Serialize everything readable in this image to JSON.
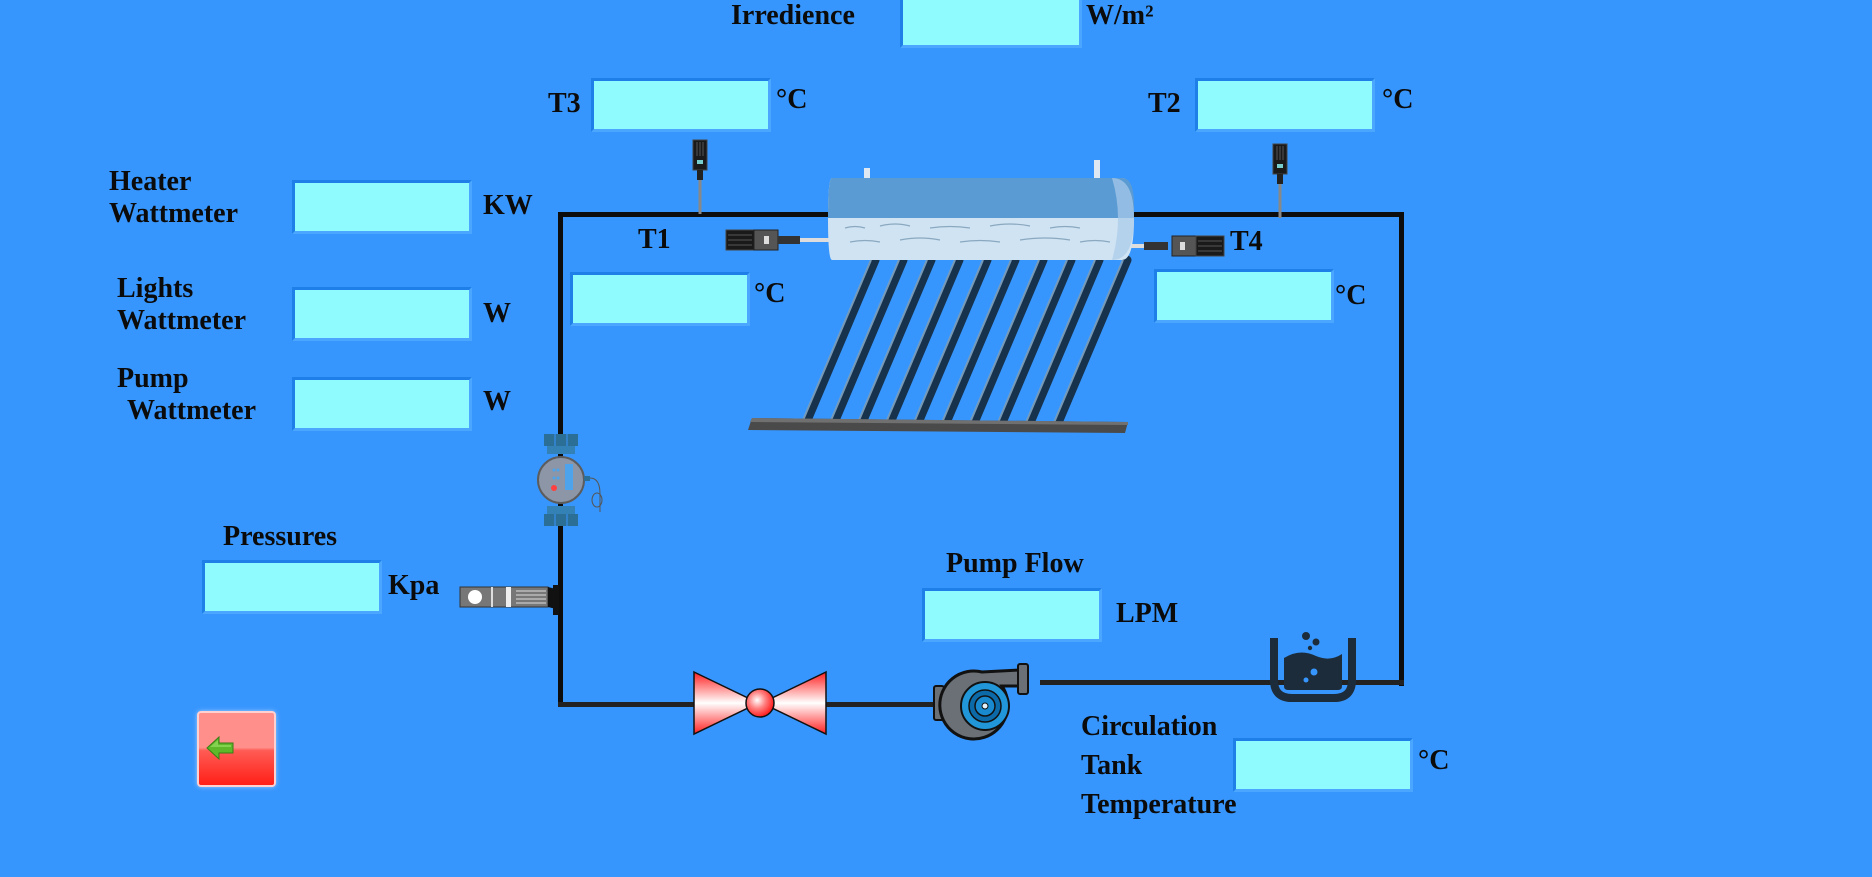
{
  "irradiance": {
    "label": "Irredience",
    "unit": "W/m²",
    "value": ""
  },
  "t3": {
    "label": "T3",
    "unit": "°C",
    "value": ""
  },
  "t2": {
    "label": "T2",
    "unit": "°C",
    "value": ""
  },
  "t1": {
    "label": "T1",
    "unit": "°C",
    "value": ""
  },
  "t4": {
    "label": "T4",
    "unit": "°C",
    "value": ""
  },
  "heater_wattmeter": {
    "label_line1": "Heater",
    "label_line2": "Wattmeter",
    "unit": "KW",
    "value": ""
  },
  "lights_wattmeter": {
    "label_line1": "Lights",
    "label_line2": "Wattmeter",
    "unit": "W",
    "value": ""
  },
  "pump_wattmeter": {
    "label_line1": "Pump",
    "label_line2": "Wattmeter",
    "unit": "W",
    "value": ""
  },
  "pressures": {
    "label": "Pressures",
    "unit": "Kpa",
    "value": ""
  },
  "pump_flow": {
    "label": "Pump Flow",
    "unit": "LPM",
    "value": ""
  },
  "tank_temperature": {
    "label_line1": "Circulation",
    "label_line2": "Tank",
    "label_line3": "Temperature",
    "unit": "°C",
    "value": ""
  },
  "back_button": {
    "icon": "arrow-left-icon"
  },
  "colors": {
    "background": "#3796fd",
    "field": "#8ffbfe",
    "pipe": "#0d0d0d",
    "valve": "#ff3b3b",
    "back_button": "#ff5c55",
    "arrow": "#5fb82a"
  }
}
